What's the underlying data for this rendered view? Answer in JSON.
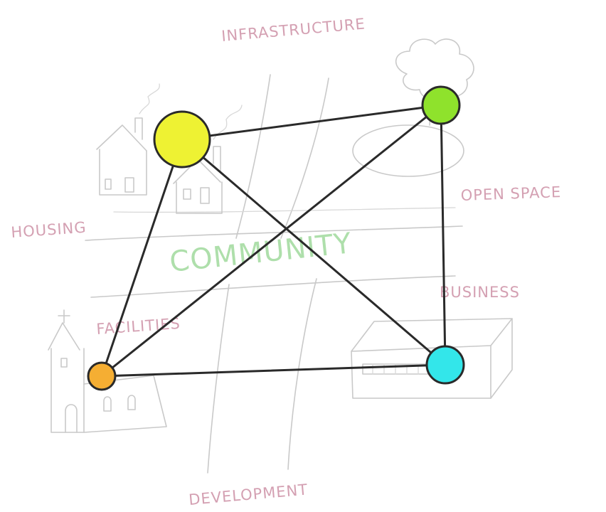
{
  "labels": {
    "top": "INFRASTRUCTURE",
    "left": "HOUSING",
    "right": "OPEN SPACE",
    "business": "BUSINESS",
    "facilities": "FACILITIES",
    "bottom": "DEVELOPMENT",
    "center": "COMMUNITY"
  },
  "colors": {
    "node_housing": "#eef233",
    "node_open_space": "#8fe22c",
    "node_facilities": "#f5ae33",
    "node_business": "#33e6ea",
    "edge": "#2a2a2a",
    "label": "#d4a0b2",
    "center_label": "#a6dca2"
  }
}
